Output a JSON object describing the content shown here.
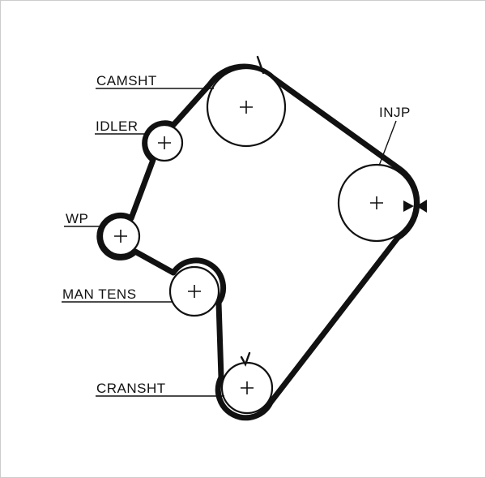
{
  "diagram": {
    "type": "timing-belt-routing-diagram",
    "background": "#ffffff",
    "line_color": "#111111",
    "pulleys": [
      {
        "id": "camsht",
        "label": "CAMSHT"
      },
      {
        "id": "idler",
        "label": "IDLER"
      },
      {
        "id": "wp",
        "label": "WP"
      },
      {
        "id": "man-tens",
        "label": "MAN TENS"
      },
      {
        "id": "cransht",
        "label": "CRANSHT"
      },
      {
        "id": "injp",
        "label": "INJP"
      }
    ],
    "marks": [
      {
        "id": "camsht-timing-mark",
        "shape": "slash"
      },
      {
        "id": "cransht-timing-mark",
        "shape": "check"
      },
      {
        "id": "injp-alignment-arrows",
        "shape": "opposing-filled-triangles"
      }
    ]
  }
}
